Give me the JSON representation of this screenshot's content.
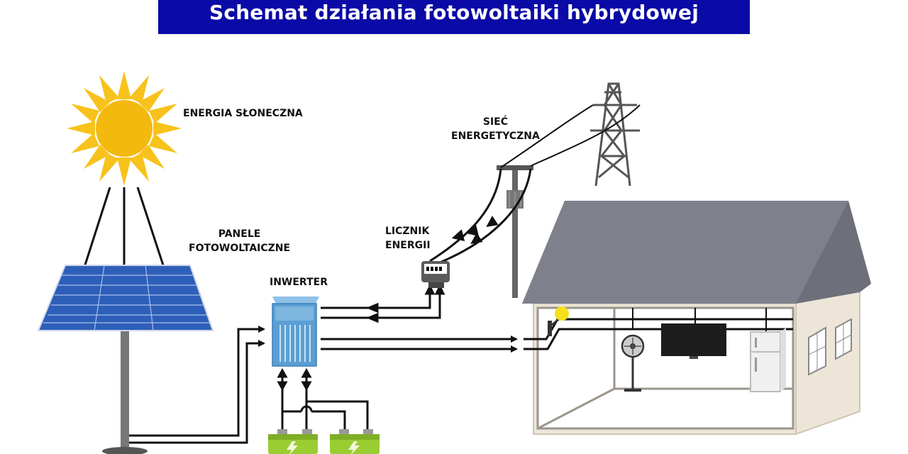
{
  "title": "Schemat działania fotowoltaiki hybrydowej",
  "labels": {
    "sun": "ENERGIA SŁONECZNA",
    "grid_line1": "SIEĆ",
    "grid_line2": "ENERGETYCZNA",
    "panels_line1": "PANELE",
    "panels_line2": "FOTOWOLTAICZNE",
    "meter_line1": "LICZNIK",
    "meter_line2": "ENERGII",
    "inverter": "INWERTER"
  },
  "colors": {
    "banner": "#0a0aa6",
    "sun": "#f7c21b",
    "panel": "#2e5fb8",
    "inverter": "#5a9fd4",
    "house_wall": "#ece5d8",
    "roof": "#878a94",
    "battery": "#9acd32",
    "wire": "#111111"
  },
  "icons": [
    "sun-icon",
    "solar-panel-icon",
    "inverter-icon",
    "battery-icon",
    "energy-meter-icon",
    "power-pole-icon",
    "transmission-tower-icon",
    "house-icon",
    "lamp-icon",
    "fan-icon",
    "tv-icon",
    "fridge-icon"
  ]
}
